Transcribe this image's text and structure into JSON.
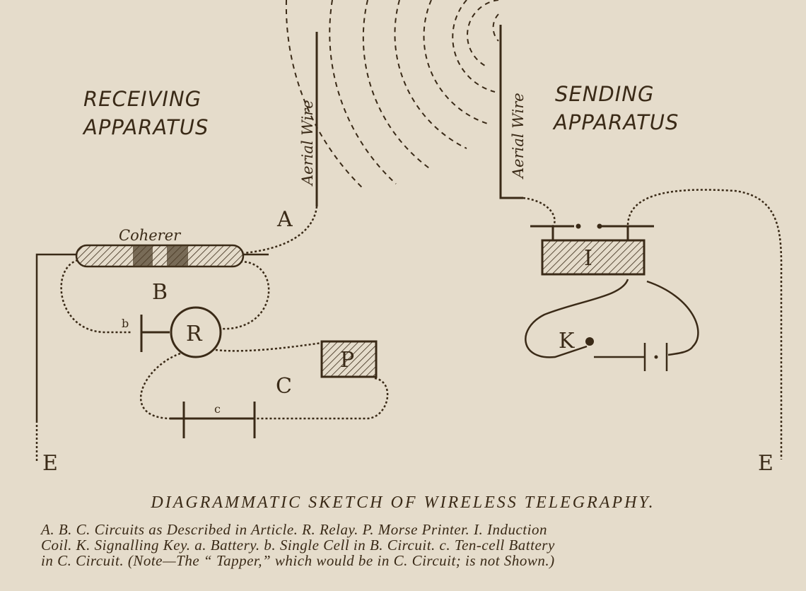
{
  "labels": {
    "receiving": [
      "RECEIVING",
      "APPARATUS"
    ],
    "sending": [
      "SENDING",
      "APPARATUS"
    ],
    "aerial_left": "Aerial Wire",
    "aerial_right": "Aerial Wire",
    "coherer": "Coherer",
    "A": "A",
    "B": "B",
    "C": "C",
    "R": "R",
    "P": "P",
    "I": "I",
    "K": "K",
    "b": "b",
    "c": "c",
    "E_left": "E",
    "E_right": "E"
  },
  "caption": {
    "title": "DIAGRAMMATIC SKETCH OF WIRELESS TELEGRAPHY.",
    "lines": [
      "A. B. C. Circuits as Described in Article.   R. Relay.   P. Morse Printer.   I. Induction",
      "Coil.  K. Signalling Key.  a. Battery.  b. Single Cell in B. Circuit.  c. Ten-cell Battery",
      "in C. Circuit.     (Note—The “ Tapper,” which would be in C. Circuit; is not Shown.)"
    ]
  },
  "colors": {
    "background": "#e5dccb",
    "ink": "#3a2a17"
  }
}
